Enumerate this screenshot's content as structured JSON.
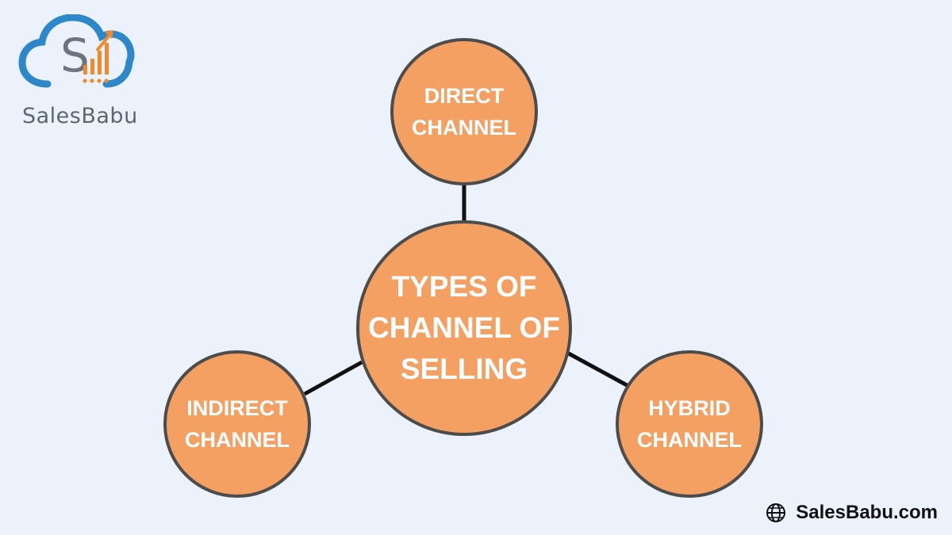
{
  "logo": {
    "text": "SalesBabu"
  },
  "diagram": {
    "center": {
      "label": "TYPES OF CHANNEL OF SELLING"
    },
    "nodes": [
      {
        "label": "DIRECT CHANNEL"
      },
      {
        "label": "INDIRECT CHANNEL"
      },
      {
        "label": "HYBRID CHANNEL"
      }
    ]
  },
  "footer": {
    "website": "SalesBabu.com",
    "icon": "globe-icon"
  },
  "colors": {
    "background": "#ebf2fb",
    "node_fill": "#f4a062",
    "node_border": "#4c4c4c",
    "node_text": "#ffffff",
    "logo_blue": "#2e87c8",
    "logo_orange": "#f08a2c",
    "logo_gray": "#5c6672"
  }
}
